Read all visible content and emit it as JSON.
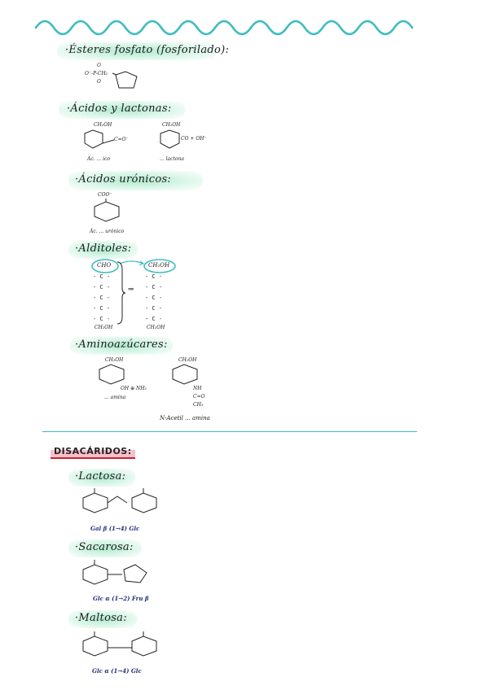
{
  "sections": {
    "esteres": {
      "title": "·Ésteres fosfato (fosforilado):",
      "formula_text": "O⁻-P-CH₂",
      "o_top": "O",
      "o_bottom": "O"
    },
    "acidos": {
      "title": "·Ácidos y lactonas:",
      "label_acid": "Ác. ... ico",
      "label_lact": "... lactona",
      "ch2oh_1": "CH₂OH",
      "ch2oh_2": "CH₂OH",
      "coo": "C=O⁻",
      "oh_plus": "CO + OH⁻"
    },
    "uronicos": {
      "title": "·Ácidos urónicos:",
      "coo": "COO⁻",
      "label": "Ác. ... urónico"
    },
    "alditoles": {
      "title": "·Alditoles:",
      "cho": "CHO",
      "ch2oh_top": "CH₂OH",
      "chain_left": "- C -\n- C -\n- C -\n- C -\n- C -",
      "chain_right": "- C -\n- C -\n- C -\n- C -\n- C -",
      "ch2oh_bottom_left": "CH₂OH",
      "ch2oh_bottom_right": "CH₂OH",
      "arrow": "⇒"
    },
    "amino": {
      "title": "·Aminoazúcares:",
      "ch2oh_1": "CH₂OH",
      "ch2oh_2": "CH₂OH",
      "nh": "OH ⊕ NH₂",
      "label_amina": "... amina",
      "nh_r": "NH",
      "c_o": "C=O",
      "ch3": "CH₃",
      "label_acetil": "N-Acetil ... amina"
    }
  },
  "disacaridos": {
    "title": "DISACÁRIDOS:",
    "items": [
      {
        "title": "·Lactosa:",
        "formula": "Gal β (1→4) Glc"
      },
      {
        "title": "·Sacarosa:",
        "formula": "Glc α (1→2) Fru β"
      },
      {
        "title": "·Maltosa:",
        "formula": "Glc α (1→4) Glc"
      }
    ]
  },
  "colors": {
    "wave": "#3fbdc0",
    "highlight": "#9fe3c3",
    "divider": "#3fbdc0",
    "title_highlight": "#ee8fa3",
    "formula_blue": "#1f2c7a"
  }
}
